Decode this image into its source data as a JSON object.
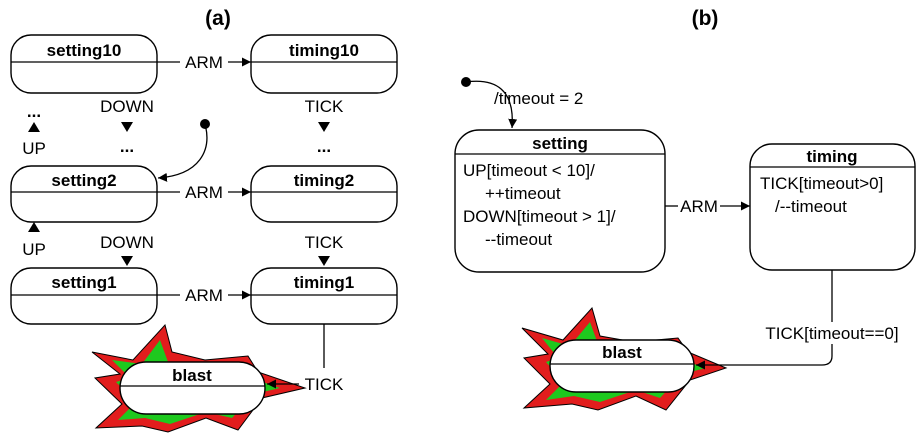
{
  "panel_a": {
    "heading": "(a)",
    "states": {
      "setting10": "setting10",
      "timing10": "timing10",
      "setting2": "setting2",
      "timing2": "timing2",
      "setting1": "setting1",
      "timing1": "timing1",
      "blast": "blast"
    },
    "labels": {
      "arm_top": "ARM",
      "arm_mid": "ARM",
      "arm_bot": "ARM",
      "down_top": "DOWN",
      "down_bot": "DOWN",
      "up_top": "UP",
      "up_bot": "UP",
      "tick_top": "TICK",
      "tick_mid": "TICK",
      "tick_blast": "TICK",
      "ellipsis_left": "...",
      "ellipsis_down": "...",
      "ellipsis_tick": "..."
    }
  },
  "panel_b": {
    "heading": "(b)",
    "initial_label": "/timeout = 2",
    "setting": {
      "name": "setting",
      "lines": [
        "UP[timeout < 10]/",
        "++timeout",
        "DOWN[timeout > 1]/",
        "--timeout"
      ]
    },
    "timing": {
      "name": "timing",
      "lines": [
        "TICK[timeout>0]",
        "/--timeout"
      ]
    },
    "arm_label": "ARM",
    "blast": "blast",
    "tick_label": "TICK[timeout==0]"
  }
}
